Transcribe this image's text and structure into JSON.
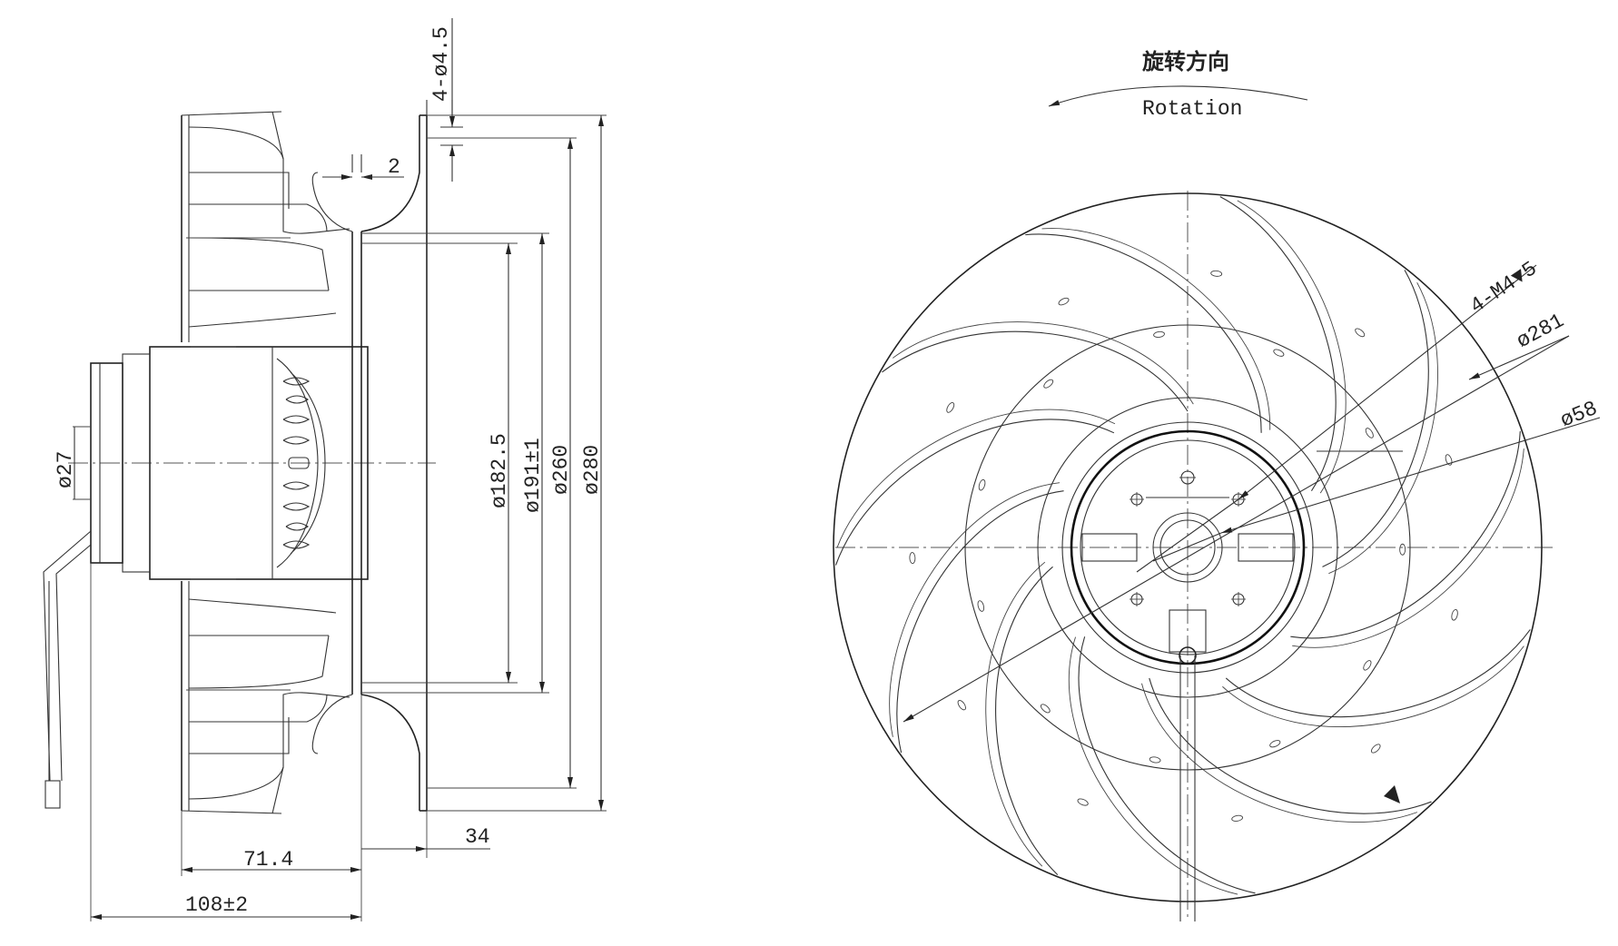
{
  "side_view": {
    "dimensions": {
      "hole_pattern": "4-ø4.5",
      "flange_thickness": "2",
      "shaft_diameter": "ø27",
      "inlet_diameter": "ø182.5",
      "ring_diameter": "ø191±1",
      "flange_inner_diameter": "ø260",
      "flange_outer_diameter": "ø280",
      "motor_depth": "71.4",
      "inlet_depth": "34",
      "overall_depth": "108±2"
    }
  },
  "front_view": {
    "rotation_label_cn": "旋转方向",
    "rotation_label_en": "Rotation",
    "dimensions": {
      "mount_threads": "4-M4▼5",
      "impeller_diameter": "ø281",
      "hub_diameter": "ø58"
    }
  },
  "colors": {
    "line": "#222222",
    "background": "#ffffff"
  }
}
